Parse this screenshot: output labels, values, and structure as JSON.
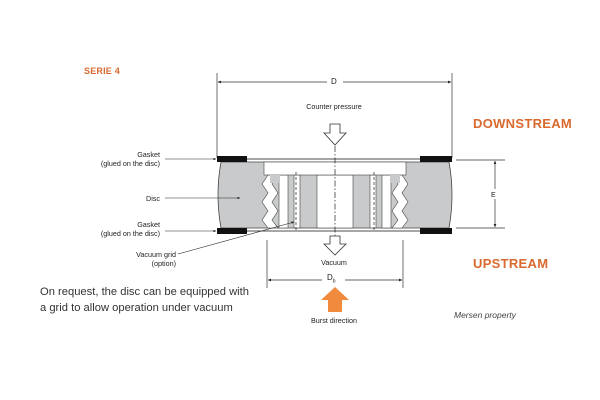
{
  "header": {
    "serie": "SERIE 4"
  },
  "sides": {
    "downstream": "DOWNSTREAM",
    "upstream": "UPSTREAM"
  },
  "dimensions": {
    "d": "D",
    "e": "E",
    "db_main": "D",
    "db_sub": "b"
  },
  "labels": {
    "counter_pressure": "Counter pressure",
    "vacuum": "Vacuum",
    "burst_direction": "Burst direction",
    "gasket_top_1": "Gasket",
    "gasket_top_2": "(glued on the disc)",
    "disc": "Disc",
    "gasket_bottom_1": "Gasket",
    "gasket_bottom_2": "(glued on the disc)",
    "vacuum_grid_1": "Vacuum grid",
    "vacuum_grid_2": "(option)"
  },
  "caption": "On request, the disc can be equipped with a grid to allow operation under vacuum",
  "copyright": "Mersen property",
  "colors": {
    "accent": "#d9692e",
    "disc_gray": "#c9cacb",
    "arrow_orange": "#f08a3c",
    "gasket": "#111111"
  },
  "icons": {
    "counter_pressure_arrow": "arrow-down-outline-icon",
    "vacuum_arrow": "arrow-down-outline-icon",
    "burst_arrow": "arrow-up-solid-icon"
  }
}
